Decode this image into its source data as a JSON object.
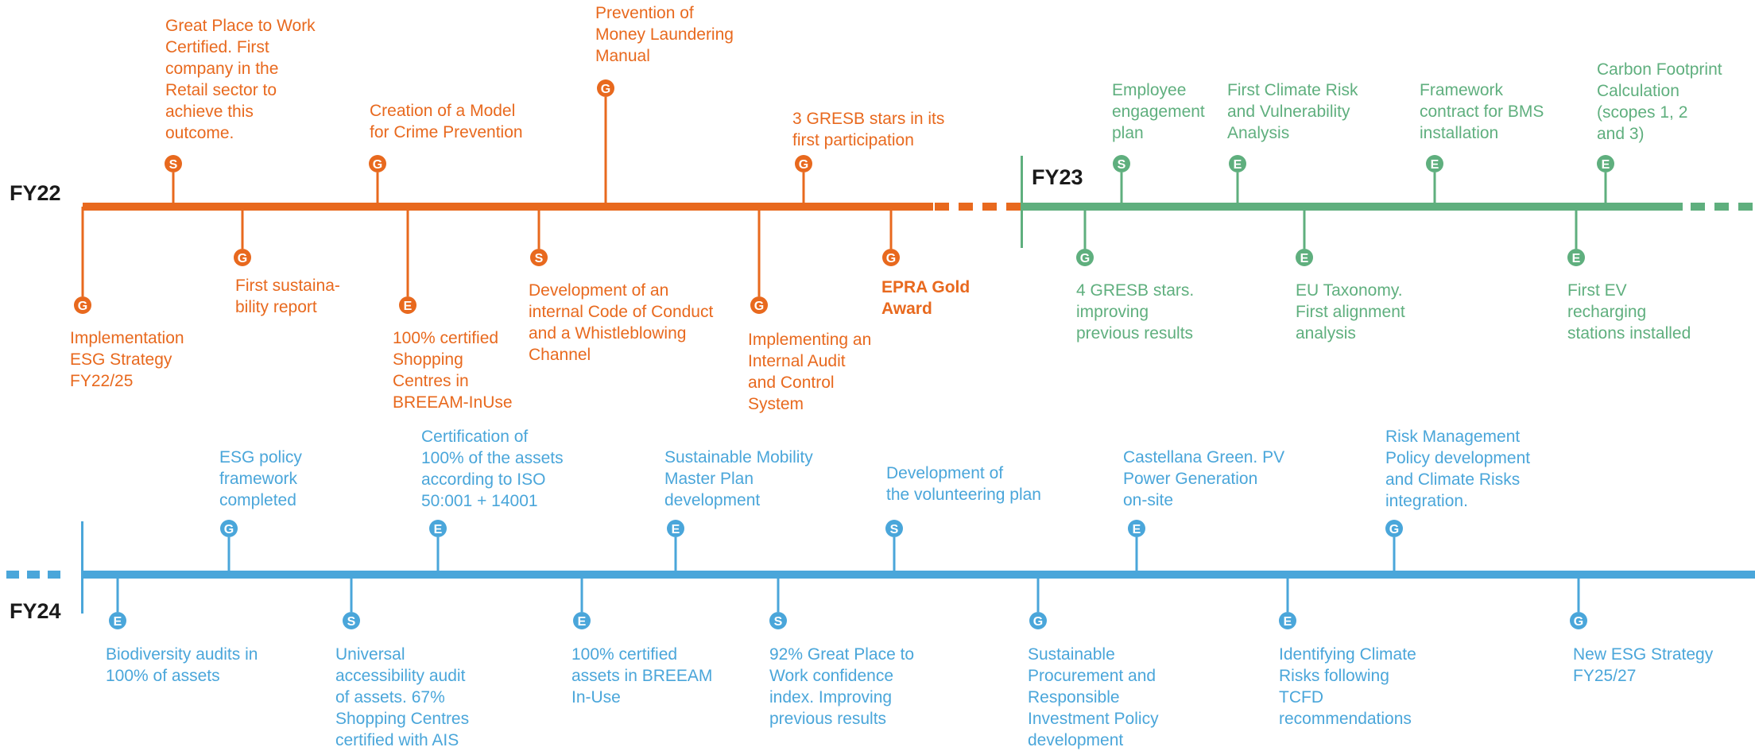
{
  "colors": {
    "fy22": "#E8691E",
    "fy23": "#5FAF7E",
    "fy24": "#4AA6DA"
  },
  "years": {
    "fy22": "FY22",
    "fy23": "FY23",
    "fy24": "FY24"
  },
  "fy22": {
    "milestones": [
      {
        "badge": "G",
        "text": "Implementation\nESG Strategy\nFY22/25"
      },
      {
        "badge": "S",
        "text": "Great Place to Work\nCertified. First\ncompany in the\nRetail sector to\nachieve this\noutcome."
      },
      {
        "badge": "G",
        "text": "First sustaina-\nbility report"
      },
      {
        "badge": "G",
        "text": "Creation of a Model\nfor Crime Prevention"
      },
      {
        "badge": "E",
        "text": "100% certified\nShopping\nCentres in\nBREEAM-InUse"
      },
      {
        "badge": "S",
        "text": "Development of an\ninternal Code of Conduct\nand a Whistleblowing\nChannel"
      },
      {
        "badge": "G",
        "text": "Prevention of\nMoney Laundering\nManual"
      },
      {
        "badge": "G",
        "text": "Implementing an\nInternal Audit\nand Control\nSystem"
      },
      {
        "badge": "G",
        "text": "3 GRESB stars in its\nfirst participation"
      },
      {
        "badge": "G",
        "text": "EPRA Gold\nAward",
        "bold": true
      }
    ]
  },
  "fy23": {
    "milestones": [
      {
        "badge": "G",
        "text": "4 GRESB stars.\nimproving\nprevious results"
      },
      {
        "badge": "S",
        "text": "Employee\nengagement\nplan"
      },
      {
        "badge": "E",
        "text": "First Climate Risk\nand Vulnerability\nAnalysis"
      },
      {
        "badge": "E",
        "text": "EU Taxonomy.\nFirst alignment\nanalysis"
      },
      {
        "badge": "E",
        "text": "Framework\ncontract for BMS\ninstallation"
      },
      {
        "badge": "E",
        "text": "First EV\nrecharging\nstations installed"
      },
      {
        "badge": "E",
        "text": "Carbon Footprint\nCalculation\n(scopes 1, 2\nand 3)"
      }
    ]
  },
  "fy24": {
    "milestones": [
      {
        "badge": "E",
        "text": "Biodiversity audits in\n100% of assets"
      },
      {
        "badge": "G",
        "text": "ESG policy\nframework\ncompleted"
      },
      {
        "badge": "S",
        "text": "Universal\naccessibility audit\nof assets. 67%\nShopping Centres\ncertified with AIS"
      },
      {
        "badge": "E",
        "text": "Certification of\n100% of the assets\naccording to ISO\n50:001 + 14001"
      },
      {
        "badge": "E",
        "text": "100% certified\nassets in BREEAM\nIn-Use"
      },
      {
        "badge": "E",
        "text": "Sustainable Mobility\nMaster Plan\ndevelopment"
      },
      {
        "badge": "S",
        "text": "92% Great Place to\nWork confidence\nindex. Improving\nprevious results"
      },
      {
        "badge": "S",
        "text": "Development of\nthe volunteering plan"
      },
      {
        "badge": "G",
        "text": "Sustainable\nProcurement and\nResponsible\nInvestment Policy\ndevelopment"
      },
      {
        "badge": "E",
        "text": "Castellana Green. PV\nPower Generation\non-site"
      },
      {
        "badge": "E",
        "text": "Identifying Climate\nRisks following\nTCFD\nrecommendations"
      },
      {
        "badge": "G",
        "text": "Risk Management\nPolicy development\nand Climate Risks\nintegration."
      },
      {
        "badge": "G",
        "text": "New ESG Strategy\nFY25/27"
      }
    ]
  }
}
